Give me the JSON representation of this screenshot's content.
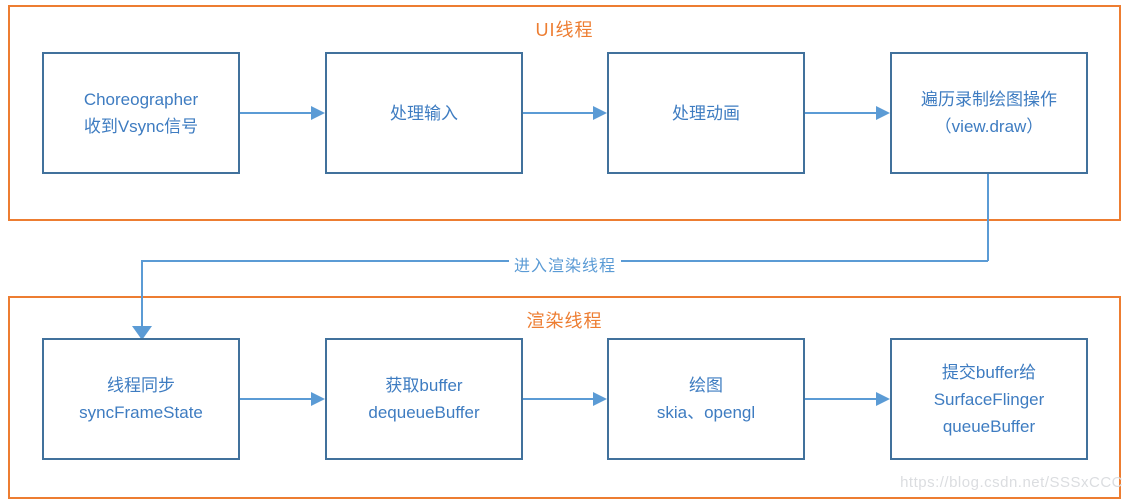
{
  "ui_thread": {
    "title": "UI线程",
    "boxes": [
      {
        "lines": [
          "Choreographer",
          "收到Vsync信号"
        ]
      },
      {
        "lines": [
          "处理输入"
        ]
      },
      {
        "lines": [
          "处理动画"
        ]
      },
      {
        "lines": [
          "遍历录制绘图操作",
          "（view.draw）"
        ]
      }
    ]
  },
  "render_thread": {
    "title": "渲染线程",
    "boxes": [
      {
        "lines": [
          "线程同步",
          "syncFrameState"
        ]
      },
      {
        "lines": [
          "获取buffer",
          "dequeueBuffer"
        ]
      },
      {
        "lines": [
          "绘图",
          "skia、opengl"
        ]
      },
      {
        "lines": [
          "提交buffer给",
          "SurfaceFlinger",
          "queueBuffer"
        ]
      }
    ]
  },
  "transition": {
    "label": "进入渲染线程"
  },
  "watermark": {
    "text": "https://blog.csdn.net/SSSxCCC"
  },
  "colors": {
    "container_border": "#ED7D31",
    "container_title": "#ED7D31",
    "box_border": "#41719C",
    "box_text": "#3E7CC1",
    "arrow": "#5B9BD5",
    "watermark": "#DBDDE0"
  }
}
